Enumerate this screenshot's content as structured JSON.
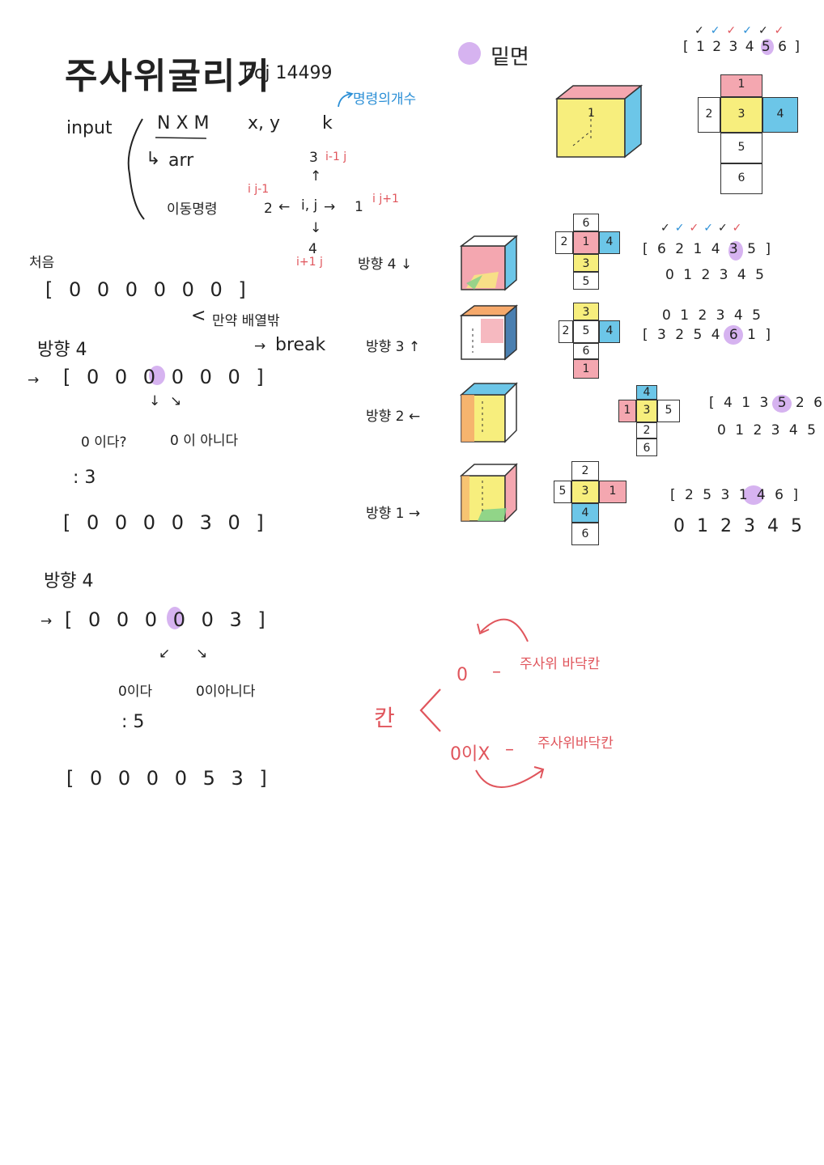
{
  "header": {
    "title": "주사위굴리기",
    "problem_id": "boj 14499",
    "command_note": "명령의개수",
    "floor_legend": "밑면"
  },
  "input": {
    "label": "input",
    "nm": "N X M",
    "xy": "x, y",
    "k": "k",
    "arr": "arr",
    "move": "이동명령"
  },
  "directions": {
    "center": "i, j",
    "d1": "1",
    "d1_coord": "i j+1",
    "d2": "2",
    "d2_coord": "i j-1",
    "d3": "3",
    "d3_coord": "i-1 j",
    "d4": "4",
    "d4_coord": "i+1 j"
  },
  "left_flow": {
    "start_label": "처음",
    "start_arr": "[ 0 0 0 0 0 0 ]",
    "oob_note": "만약 배열밖",
    "oob_action": "break",
    "step1_label": "방향 4",
    "step1_arr": "[ 0 0 0 0 0 0 ]",
    "step1_zero": "0 이다?",
    "step1_nonzero": "0 이 아니다",
    "step1_value": ": 3",
    "step1_result": "[ 0 0 0 0 3 0 ]",
    "step2_label": "방향 4",
    "step2_arr": "[ 0 0 0 0 0 3 ]",
    "step2_zero": "0이다",
    "step2_nonzero": "0이아니다",
    "step2_value": ": 5",
    "step2_result": "[ 0 0 0 0 5 3 ]"
  },
  "top_dice": {
    "index_array": "[ 1 2 3 4 5 6 ]",
    "cube_face": "1",
    "net": [
      "1",
      "2",
      "3",
      "4",
      "5",
      "6"
    ]
  },
  "rows": [
    {
      "label": "방향 4 ↓",
      "net": [
        "6",
        "2",
        "1",
        "4",
        "3",
        "5"
      ],
      "array": "[ 6 2 1 4 3 5 ]",
      "index": "0 1 2 3 4 5"
    },
    {
      "label": "방향 3 ↑",
      "net": [
        "3",
        "2",
        "5",
        "4",
        "6",
        "1"
      ],
      "array": "[ 3 2 5 4 6 1 ]",
      "index": "0 1 2 3 4 5"
    },
    {
      "label": "방향 2 ←",
      "net": [
        "4",
        "1",
        "3",
        "5",
        "2",
        "6"
      ],
      "array": "[ 4 1 3 5 2 6 ]",
      "index": "0 1 2 3 4 5"
    },
    {
      "label": "방향 1 →",
      "net": [
        "2",
        "5",
        "3",
        "1",
        "4",
        "6"
      ],
      "array": "[ 2 5 3 1 4 6 ]",
      "index": "0 1 2 3 4 5"
    }
  ],
  "rule": {
    "cell": "칸",
    "zero": "0",
    "zero_desc": "주사위 바닥칸",
    "nonzero": "0이X",
    "nonzero_desc": "주사위바닥칸"
  },
  "colors": {
    "red": "#e0555c",
    "blue": "#2b8fd6",
    "purple": "#d6b3f0",
    "pink": "#f4a7b0",
    "yellow": "#f7ee7d",
    "cyan": "#6cc6e8",
    "orange": "#f6a96b",
    "green": "#7fd08a"
  }
}
